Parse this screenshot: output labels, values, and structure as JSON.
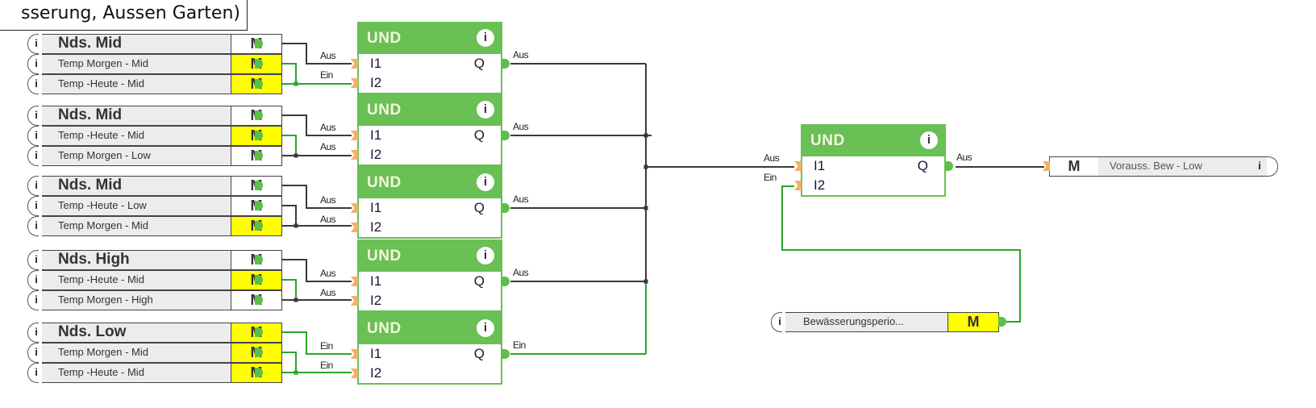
{
  "title": "sserung, Aussen Garten)",
  "input_groups": [
    {
      "rows": [
        {
          "label": "Nds. Mid",
          "big": true,
          "value": "M",
          "active": false
        },
        {
          "label": "Temp Morgen - Mid",
          "big": false,
          "value": "M",
          "active": true
        },
        {
          "label": "Temp -Heute - Mid",
          "big": false,
          "value": "M",
          "active": true
        }
      ]
    },
    {
      "rows": [
        {
          "label": "Nds. Mid",
          "big": true,
          "value": "M",
          "active": false
        },
        {
          "label": "Temp -Heute - Mid",
          "big": false,
          "value": "M",
          "active": true
        },
        {
          "label": "Temp Morgen - Low",
          "big": false,
          "value": "M",
          "active": false
        }
      ]
    },
    {
      "rows": [
        {
          "label": "Nds. Mid",
          "big": true,
          "value": "M",
          "active": false
        },
        {
          "label": "Temp -Heute - Low",
          "big": false,
          "value": "M",
          "active": false
        },
        {
          "label": "Temp Morgen - Mid",
          "big": false,
          "value": "M",
          "active": true
        }
      ]
    },
    {
      "rows": [
        {
          "label": "Nds. High",
          "big": true,
          "value": "M",
          "active": false
        },
        {
          "label": "Temp -Heute - Mid",
          "big": false,
          "value": "M",
          "active": true
        },
        {
          "label": "Temp Morgen - High",
          "big": false,
          "value": "M",
          "active": false
        }
      ]
    },
    {
      "rows": [
        {
          "label": "Nds. Low",
          "big": true,
          "value": "M",
          "active": true
        },
        {
          "label": "Temp Morgen - Mid",
          "big": false,
          "value": "M",
          "active": true
        },
        {
          "label": "Temp -Heute - Mid",
          "big": false,
          "value": "M",
          "active": true
        }
      ]
    }
  ],
  "gates": [
    {
      "type": "UND",
      "in1_label": "I1",
      "in2_label": "I2",
      "out_label": "Q",
      "in1_state": "Aus",
      "in2_state": "Ein",
      "out_state": "Aus"
    },
    {
      "type": "UND",
      "in1_label": "I1",
      "in2_label": "I2",
      "out_label": "Q",
      "in1_state": "Aus",
      "in2_state": "Aus",
      "out_state": "Aus"
    },
    {
      "type": "UND",
      "in1_label": "I1",
      "in2_label": "I2",
      "out_label": "Q",
      "in1_state": "Aus",
      "in2_state": "Aus",
      "out_state": "Aus"
    },
    {
      "type": "UND",
      "in1_label": "I1",
      "in2_label": "I2",
      "out_label": "Q",
      "in1_state": "Aus",
      "in2_state": "Aus",
      "out_state": "Aus"
    },
    {
      "type": "UND",
      "in1_label": "I1",
      "in2_label": "I2",
      "out_label": "Q",
      "in1_state": "Ein",
      "in2_state": "Ein",
      "out_state": "Ein"
    }
  ],
  "final_gate": {
    "type": "UND",
    "in1_label": "I1",
    "in2_label": "I2",
    "out_label": "Q",
    "in1_state": "Aus",
    "in2_state": "Ein",
    "out_state": "Aus"
  },
  "output_box": {
    "value": "M",
    "label": "Vorauss. Bew - Low"
  },
  "lock_input": {
    "label": "Bewässerungsperio...",
    "value": "M",
    "active": true
  },
  "info_glyph": "i",
  "colors": {
    "gate_green": "#6abf55",
    "wire_on": "#2aa52a",
    "wire_off": "#3a3a3a",
    "active_yellow": "#ffff00",
    "port_orange": "#f4b060"
  }
}
